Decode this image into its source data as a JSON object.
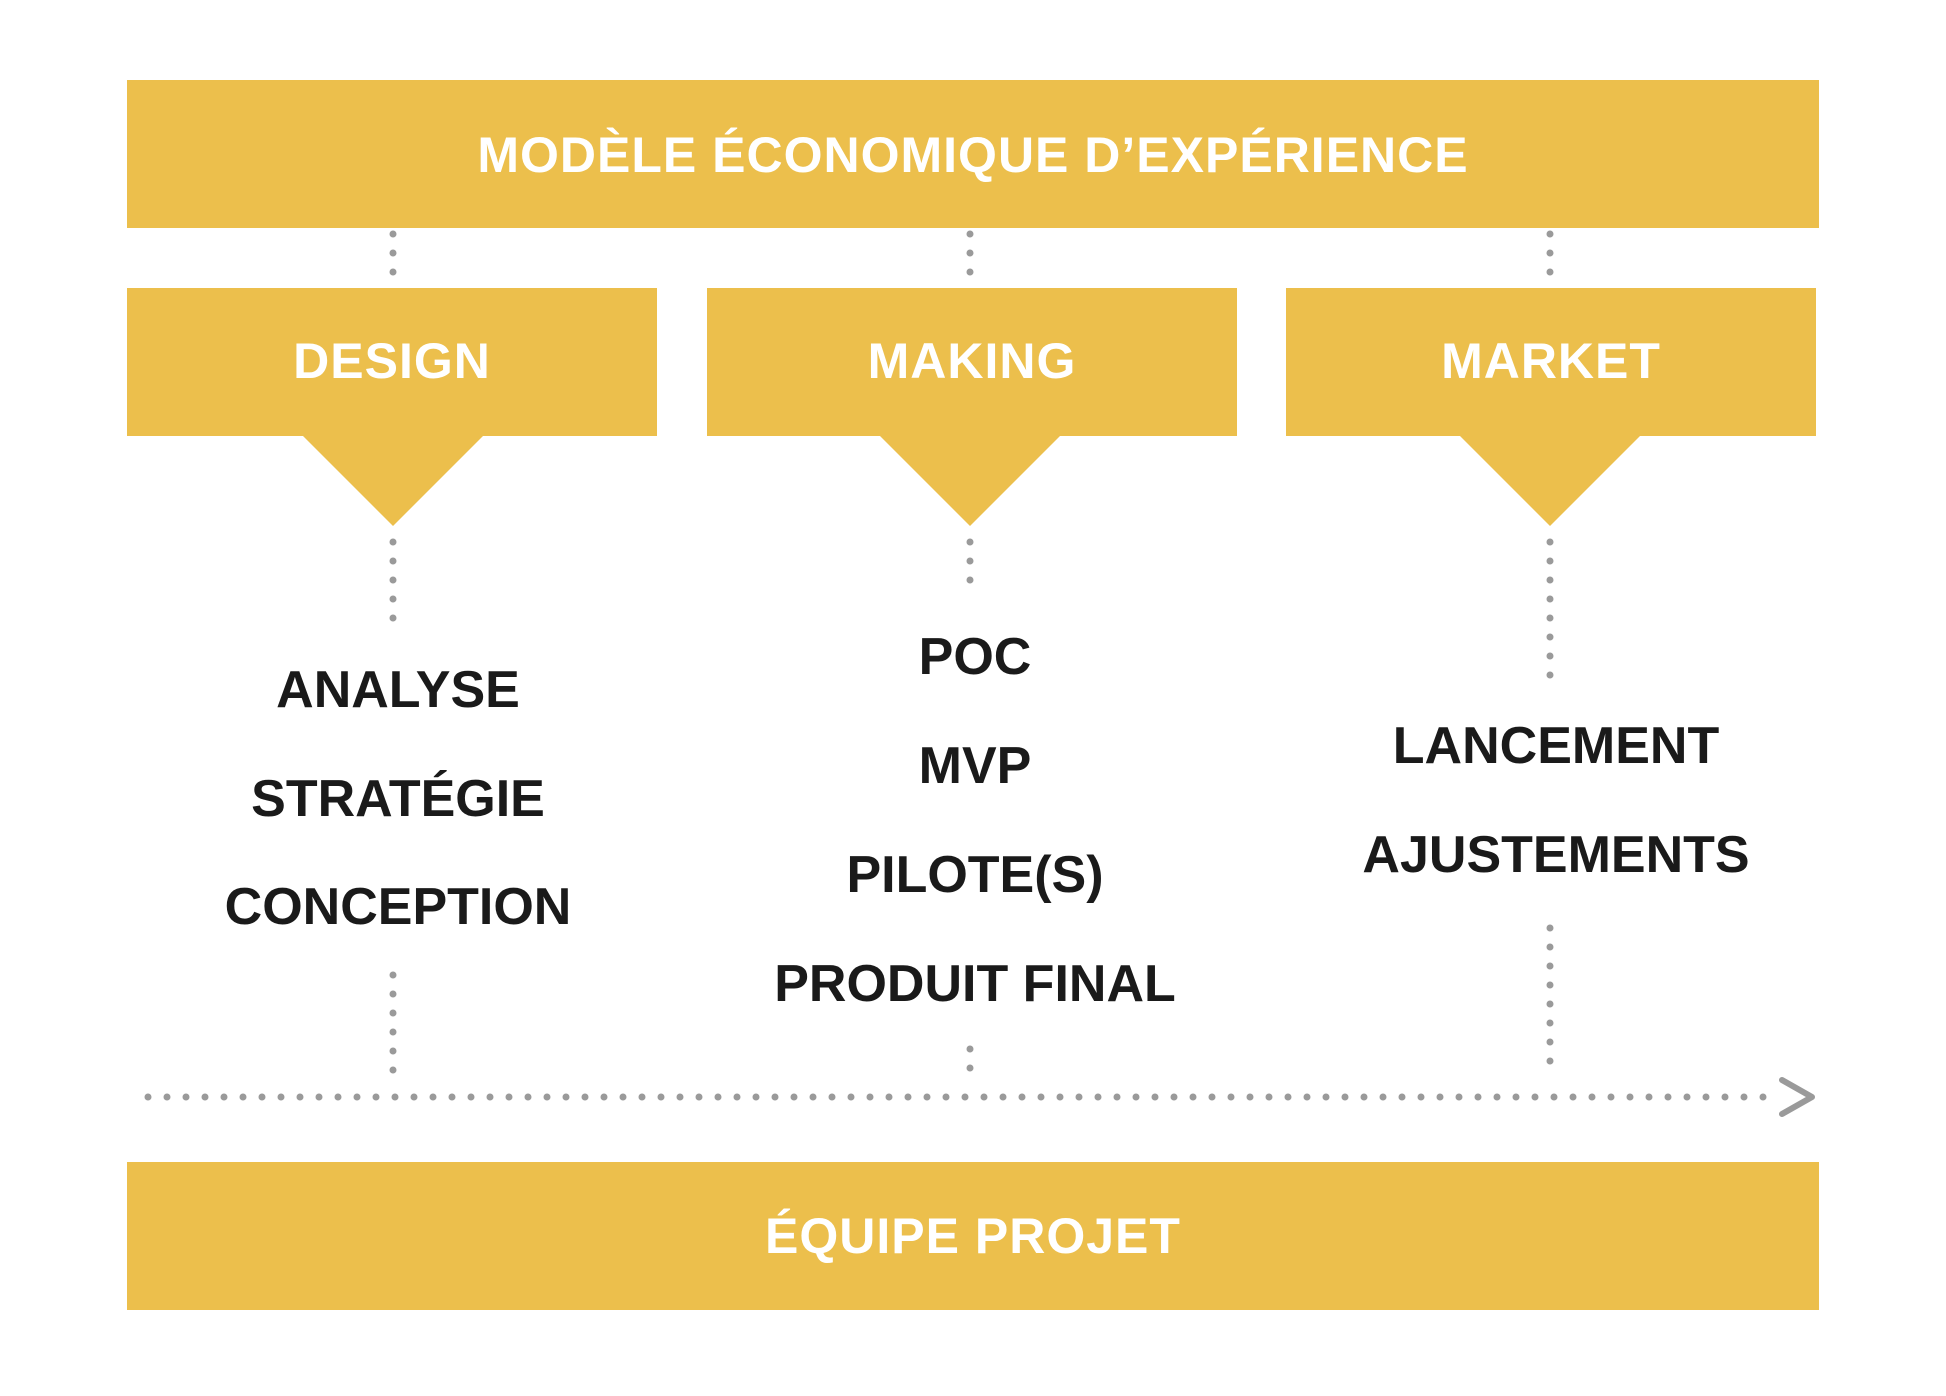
{
  "colors": {
    "banner": "#ECBF4C",
    "banner_text": "#FFFFFF",
    "item_text": "#1A1A1A",
    "dots": "#9A9A9A"
  },
  "top_banner": {
    "label": "MODÈLE ÉCONOMIQUE D’EXPÉRIENCE"
  },
  "bottom_banner": {
    "label": "ÉQUIPE PROJET"
  },
  "phases": [
    {
      "label": "DESIGN",
      "items": [
        "ANALYSE",
        "STRATÉGIE",
        "CONCEPTION"
      ]
    },
    {
      "label": "MAKING",
      "items": [
        "POC",
        "MVP",
        "PILOTE(S)",
        "PRODUIT FINAL"
      ]
    },
    {
      "label": "MARKET",
      "items": [
        "LANCEMENT",
        "AJUSTEMENTS"
      ]
    }
  ]
}
